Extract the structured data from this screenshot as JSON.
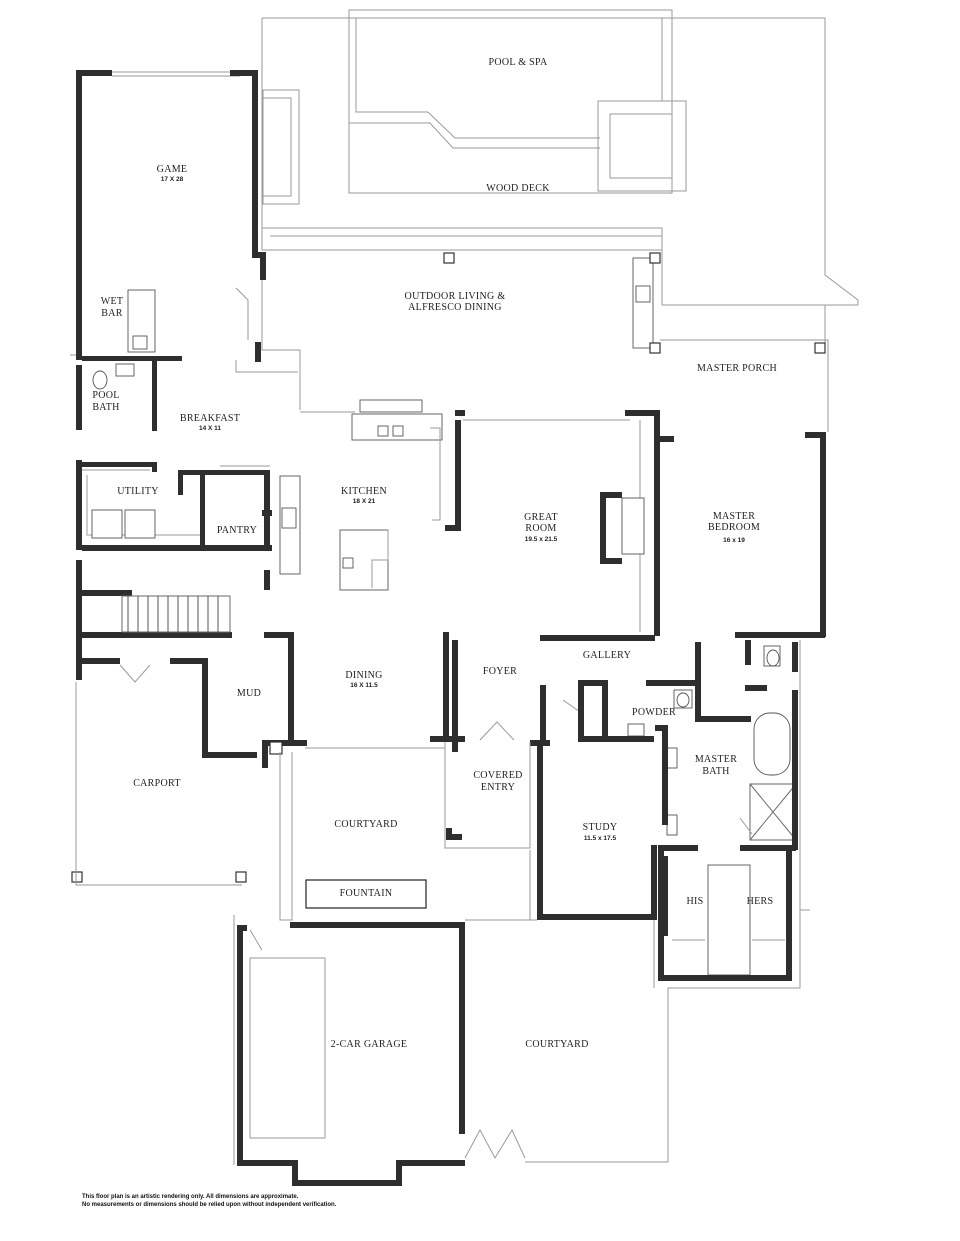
{
  "rooms": {
    "pool_spa": "POOL & SPA",
    "wood_deck": "WOOD DECK",
    "game": "GAME",
    "game_dim": "17 X 28",
    "wet_bar_1": "WET",
    "wet_bar_2": "BAR",
    "outdoor_1": "OUTDOOR LIVING &",
    "outdoor_2": "ALFRESCO DINING",
    "master_porch": "MASTER PORCH",
    "pool_bath_1": "POOL",
    "pool_bath_2": "BATH",
    "breakfast": "BREAKFAST",
    "breakfast_dim": "14 X 11",
    "utility": "UTILITY",
    "kitchen": "KITCHEN",
    "kitchen_dim": "18 X 21",
    "great_room_1": "GREAT",
    "great_room_2": "ROOM",
    "great_room_dim": "19.5 x 21.5",
    "master_bedroom_1": "MASTER",
    "master_bedroom_2": "BEDROOM",
    "master_bedroom_dim": "16 x 19",
    "pantry": "PANTRY",
    "gallery": "GALLERY",
    "foyer": "FOYER",
    "dining": "DINING",
    "dining_dim": "16 X 11.5",
    "mud": "MUD",
    "powder": "POWDER",
    "master_bath_1": "MASTER",
    "master_bath_2": "BATH",
    "carport": "CARPORT",
    "covered_entry_1": "COVERED",
    "covered_entry_2": "ENTRY",
    "courtyard_upper": "COURTYARD",
    "study": "STUDY",
    "study_dim": "11.5 x 17.5",
    "fountain": "FOUNTAIN",
    "his": "HIS",
    "hers": "HERS",
    "garage": "2-CAR GARAGE",
    "courtyard_lower": "COURTYARD"
  },
  "disclaimer": {
    "line1": "This floor plan is an artistic rendering only. All dimensions are approximate.",
    "line2": "No measurements or dimensions should be relied upon without independent verification."
  },
  "colors": {
    "wall": "#2e2e2e",
    "outline": "#9a9a9a",
    "background": "#ffffff"
  }
}
